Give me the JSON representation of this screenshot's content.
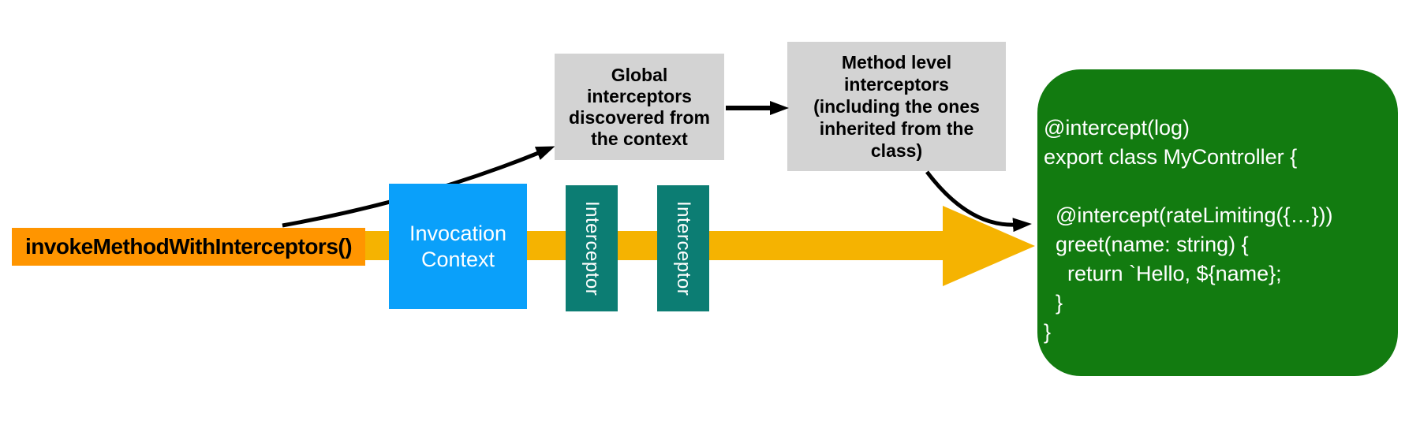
{
  "diagram": {
    "invoke": {
      "label": "invokeMethodWithInterceptors()",
      "color": "#FF9500"
    },
    "invocation_context": {
      "label": "Invocation\nContext",
      "color": "#0AA0FA"
    },
    "interceptors": [
      {
        "label": "Interceptor"
      },
      {
        "label": "Interceptor"
      }
    ],
    "interceptor_color": "#0C7D73",
    "global_interceptors": {
      "label": "Global\ninterceptors\ndiscovered from\nthe context",
      "color": "#D3D3D3"
    },
    "method_interceptors": {
      "label": "Method level\ninterceptors\n(including the ones\ninherited from the\nclass)",
      "color": "#D3D3D3"
    },
    "code": {
      "color": "#127B10",
      "text_color": "#ffffff",
      "lines": [
        "@intercept(log)",
        "export class MyController {",
        "",
        "  @intercept(rateLimiting({…}))",
        "  greet(name: string) {",
        "    return `Hello, ${name};",
        "  }",
        "}"
      ]
    },
    "arrows": {
      "flow_color": "#F5B301",
      "connector_color": "#000000",
      "connectors": [
        {
          "name": "invoke-to-global-arrow"
        },
        {
          "name": "global-to-method-arrow"
        },
        {
          "name": "method-to-code-arrow"
        },
        {
          "name": "flow-arrow"
        }
      ]
    }
  }
}
